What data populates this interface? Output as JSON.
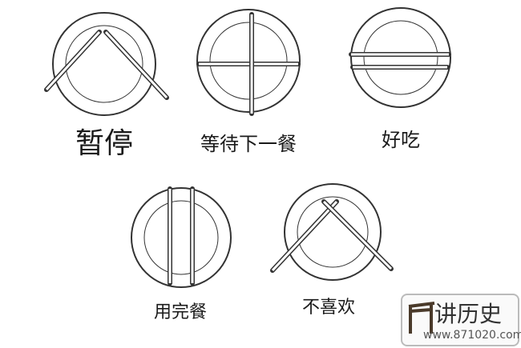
{
  "labels": {
    "pause": "暂停",
    "wait_next_course": "等待下一餐",
    "delicious": "好吃",
    "finished": "用完餐",
    "dislike": "不喜欢"
  },
  "watermark": {
    "title": "讲历史",
    "url": "www.871020.com"
  },
  "colors": {
    "line": "#333333",
    "background": "#ffffff"
  }
}
